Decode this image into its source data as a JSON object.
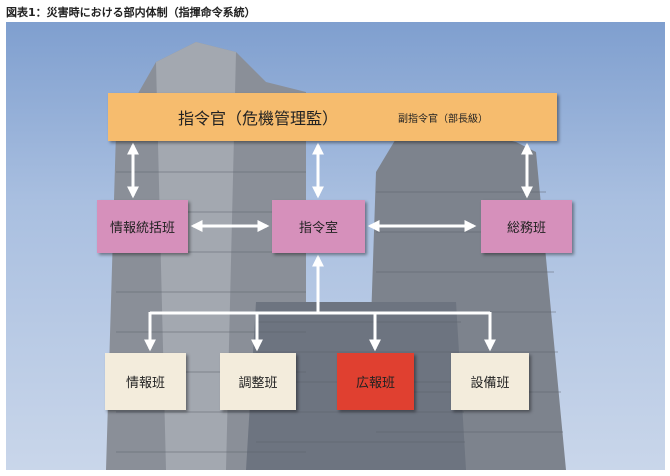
{
  "title": "図表1：災害時における部内体制（指揮命令系統）",
  "commander": {
    "label": "指令官（危機管理監）",
    "sub": "副指令官（部長級）"
  },
  "middle": [
    "情報統括班",
    "指令室",
    "総務班"
  ],
  "bottom": [
    "情報班",
    "調整班",
    "広報班",
    "設備班"
  ],
  "colors": {
    "commander": "#f6bc6e",
    "middle": "#d690bb",
    "bottom": "#f3ecdc",
    "highlight": "#e04030"
  }
}
